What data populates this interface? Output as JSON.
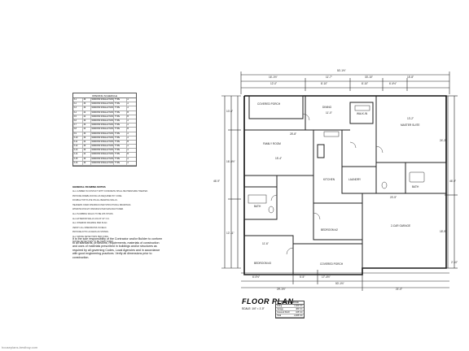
{
  "plan": {
    "title": "FLOOR PLAN",
    "scale": "SCALE: 1/4\" = 1'-0\"",
    "rooms": {
      "covered_porch_rear": "COVERED PORCH",
      "dining": "DINING",
      "walkin": "WALK-IN",
      "master_suite": "MASTER SUITE",
      "family_room": "FAMILY ROOM",
      "kitchen": "KITCHEN",
      "bath_master": "BATH",
      "bath_hall": "BATH",
      "bedroom_2": "BEDROOM #2",
      "bedroom_3": "BEDROOM #3",
      "covered_porch_front": "COVERED PORCH",
      "garage": "2-CAR GARAGE",
      "laundry": "LAUNDRY"
    },
    "room_sizes": {
      "family_room": "25'-8\"",
      "family_room_w": "15'-4\"",
      "dining": "11'-0\"",
      "master": "13'-2\"",
      "garage": "20'-5\"",
      "bedroom_3": "11'-6\""
    },
    "dimensions": {
      "top_overall": "50'-1½\"",
      "top_overall_2": "33'-10\"",
      "top_a": "16'-1½\"",
      "top_b": "11'-7\"",
      "top_c": "15'-8\"",
      "top_d": "12'-0\"",
      "top_e": "8'-10\"",
      "top_f": "8'-10\"",
      "top_g": "6'-4½\"",
      "bottom_overall": "50'-1½\"",
      "bottom_a": "29'-1½\"",
      "bottom_b": "21'-0\"",
      "bottom_c": "17'-4½\"",
      "bottom_d": "6'-0½\"",
      "bottom_e": "5'-5\"",
      "left_overall": "46'-9\"",
      "left_a": "10'-6\"",
      "left_b": "16'-5½\"",
      "left_c": "12'-11\"",
      "right_overall": "46'-9\"",
      "right_a": "24'-3\"",
      "right_b": "18'-9\"",
      "right_c": "2'-10\""
    }
  },
  "window_schedule": {
    "title": "OPENING SCHEDULE",
    "rows": [
      [
        "3-1",
        "30",
        "WINDOW SINGLE HUNG",
        "TYPE",
        "A"
      ],
      [
        "3-2",
        "30",
        "WINDOW SINGLE HUNG",
        "TYPE",
        "A"
      ],
      [
        "3-3",
        "30",
        "WINDOW SINGLE HUNG",
        "TYPE",
        "A"
      ],
      [
        "3-4",
        "24",
        "WINDOW SINGLE HUNG",
        "TYPE",
        "B"
      ],
      [
        "3-5",
        "24",
        "WINDOW SINGLE HUNG",
        "TYPE",
        "B"
      ],
      [
        "3-6",
        "30",
        "WINDOW SINGLE HUNG",
        "TYPE",
        "A"
      ],
      [
        "3-7",
        "30",
        "WINDOW SINGLE HUNG",
        "TYPE",
        "A"
      ],
      [
        "3-8",
        "24",
        "WINDOW SINGLE HUNG",
        "TYPE",
        "B"
      ],
      [
        "3-9",
        "30",
        "WINDOW SINGLE HUNG",
        "TYPE",
        "A"
      ],
      [
        "3-10",
        "30",
        "WINDOW SINGLE HUNG",
        "TYPE",
        "A"
      ],
      [
        "3-11",
        "24",
        "WINDOW SINGLE HUNG",
        "TYPE",
        "B"
      ],
      [
        "3-12",
        "30",
        "WINDOW SINGLE HUNG",
        "TYPE",
        "A"
      ],
      [
        "3-13",
        "30",
        "WINDOW SINGLE HUNG",
        "TYPE",
        "A"
      ],
      [
        "3-14",
        "24",
        "WINDOW SINGLE HUNG",
        "TYPE",
        "B"
      ],
      [
        "3-15",
        "30",
        "WINDOW SINGLE HUNG",
        "TYPE",
        "A"
      ],
      [
        "3-16",
        "30",
        "WINDOW SINGLE HUNG",
        "TYPE",
        "A"
      ]
    ]
  },
  "general_notes": {
    "heading": "GENERAL FRAMING NOTES",
    "items": [
      "ALL LUMBER IN CONTACT WITH CONCRETE SHALL BE PRESSURE TREATED.",
      "PROVIDE FIREBLOCKING AS REQUIRED BY CODE.",
      "DOUBLE TOP PLATE ON ALL BEARING WALLS.",
      "HEADERS OVER OPENINGS PER STRUCTURAL DRAWINGS.",
      "WINDOW ROUGH OPENINGS PER MANUFACTURER.",
      "ALL PLUMBING WALLS TO BE 2X6 STUDS.",
      "ALL EXTERIOR WALLS 2X4 AT 16\" O.C.",
      "ALL INTERIOR FRAMING PER PLAN.",
      "VERIFY ALL DIMENSIONS IN FIELD.",
      "PROVIDE ATTIC ACCESS AS SHOWN.",
      "ALL SMOKE DETECTORS PER CODE.",
      "SMOKE DETECTORS TO BE HARD WIRED."
    ]
  },
  "responsibility_note": "It is the sole responsibility of the Contractor and/or Builder to conform to all standards, provisions, requirements, materials of construction and uses of materials prescribed in buildings and/or structures as required by all governing Codes, Local Agencies and in accordance with good engineering practices. Verify all dimensions prior to construction.",
  "area_schedule": {
    "title": "AREA SCHEDULE",
    "rows": [
      [
        "Living",
        "1,620 S.F."
      ],
      [
        "Garage",
        "480 S.F."
      ],
      [
        "Covered Porch",
        "165 S.F."
      ],
      [
        "Total",
        "2,265 S.F."
      ]
    ]
  },
  "watermark": "houseplans-bestbuy.com"
}
